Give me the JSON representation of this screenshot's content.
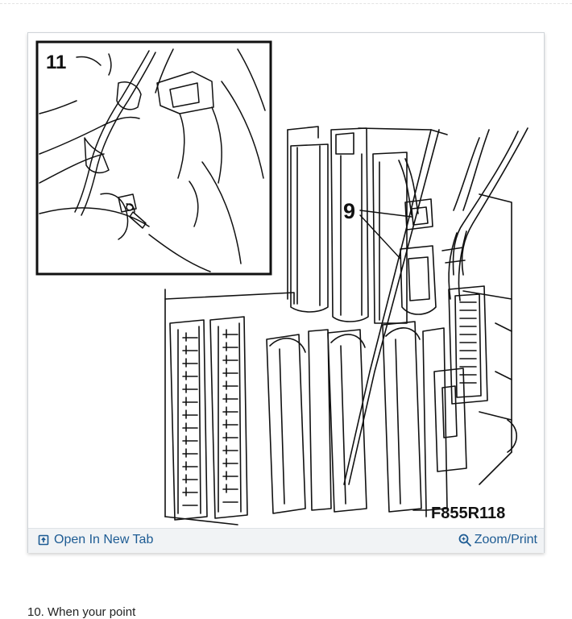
{
  "figure": {
    "inset_label": "11",
    "callout_label": "9",
    "figure_id": "F855R118"
  },
  "toolbar": {
    "open_label": "Open In New Tab",
    "open_icon": "open-new-tab-icon",
    "zoom_label": "Zoom/Print",
    "zoom_icon": "magnifier-icon",
    "link_color": "#1d5b93"
  },
  "next_step": {
    "text": "10. When your point"
  }
}
